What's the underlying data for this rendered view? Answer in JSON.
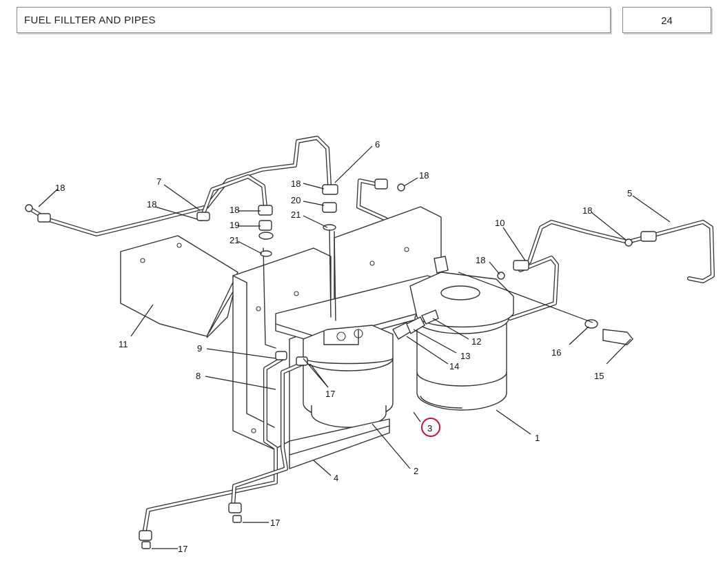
{
  "header": {
    "title": "FUEL FILLTER AND PIPES",
    "page": "24"
  },
  "highlight_color": "#c8102e",
  "callouts": {
    "c1": "1",
    "c2": "2",
    "c3": "3",
    "c4": "4",
    "c5": "5",
    "c6": "6",
    "c7": "7",
    "c8": "8",
    "c9": "9",
    "c10": "10",
    "c11": "11",
    "c12": "12",
    "c13": "13",
    "c14": "14",
    "c15": "15",
    "c16": "16",
    "c17a": "17",
    "c17b": "17",
    "c17c": "17",
    "c18a": "18",
    "c18b": "18",
    "c18c": "18",
    "c18d": "18",
    "c18e": "18",
    "c18f": "18",
    "c18g": "18",
    "c19": "19",
    "c20": "20",
    "c21a": "21",
    "c21b": "21"
  }
}
